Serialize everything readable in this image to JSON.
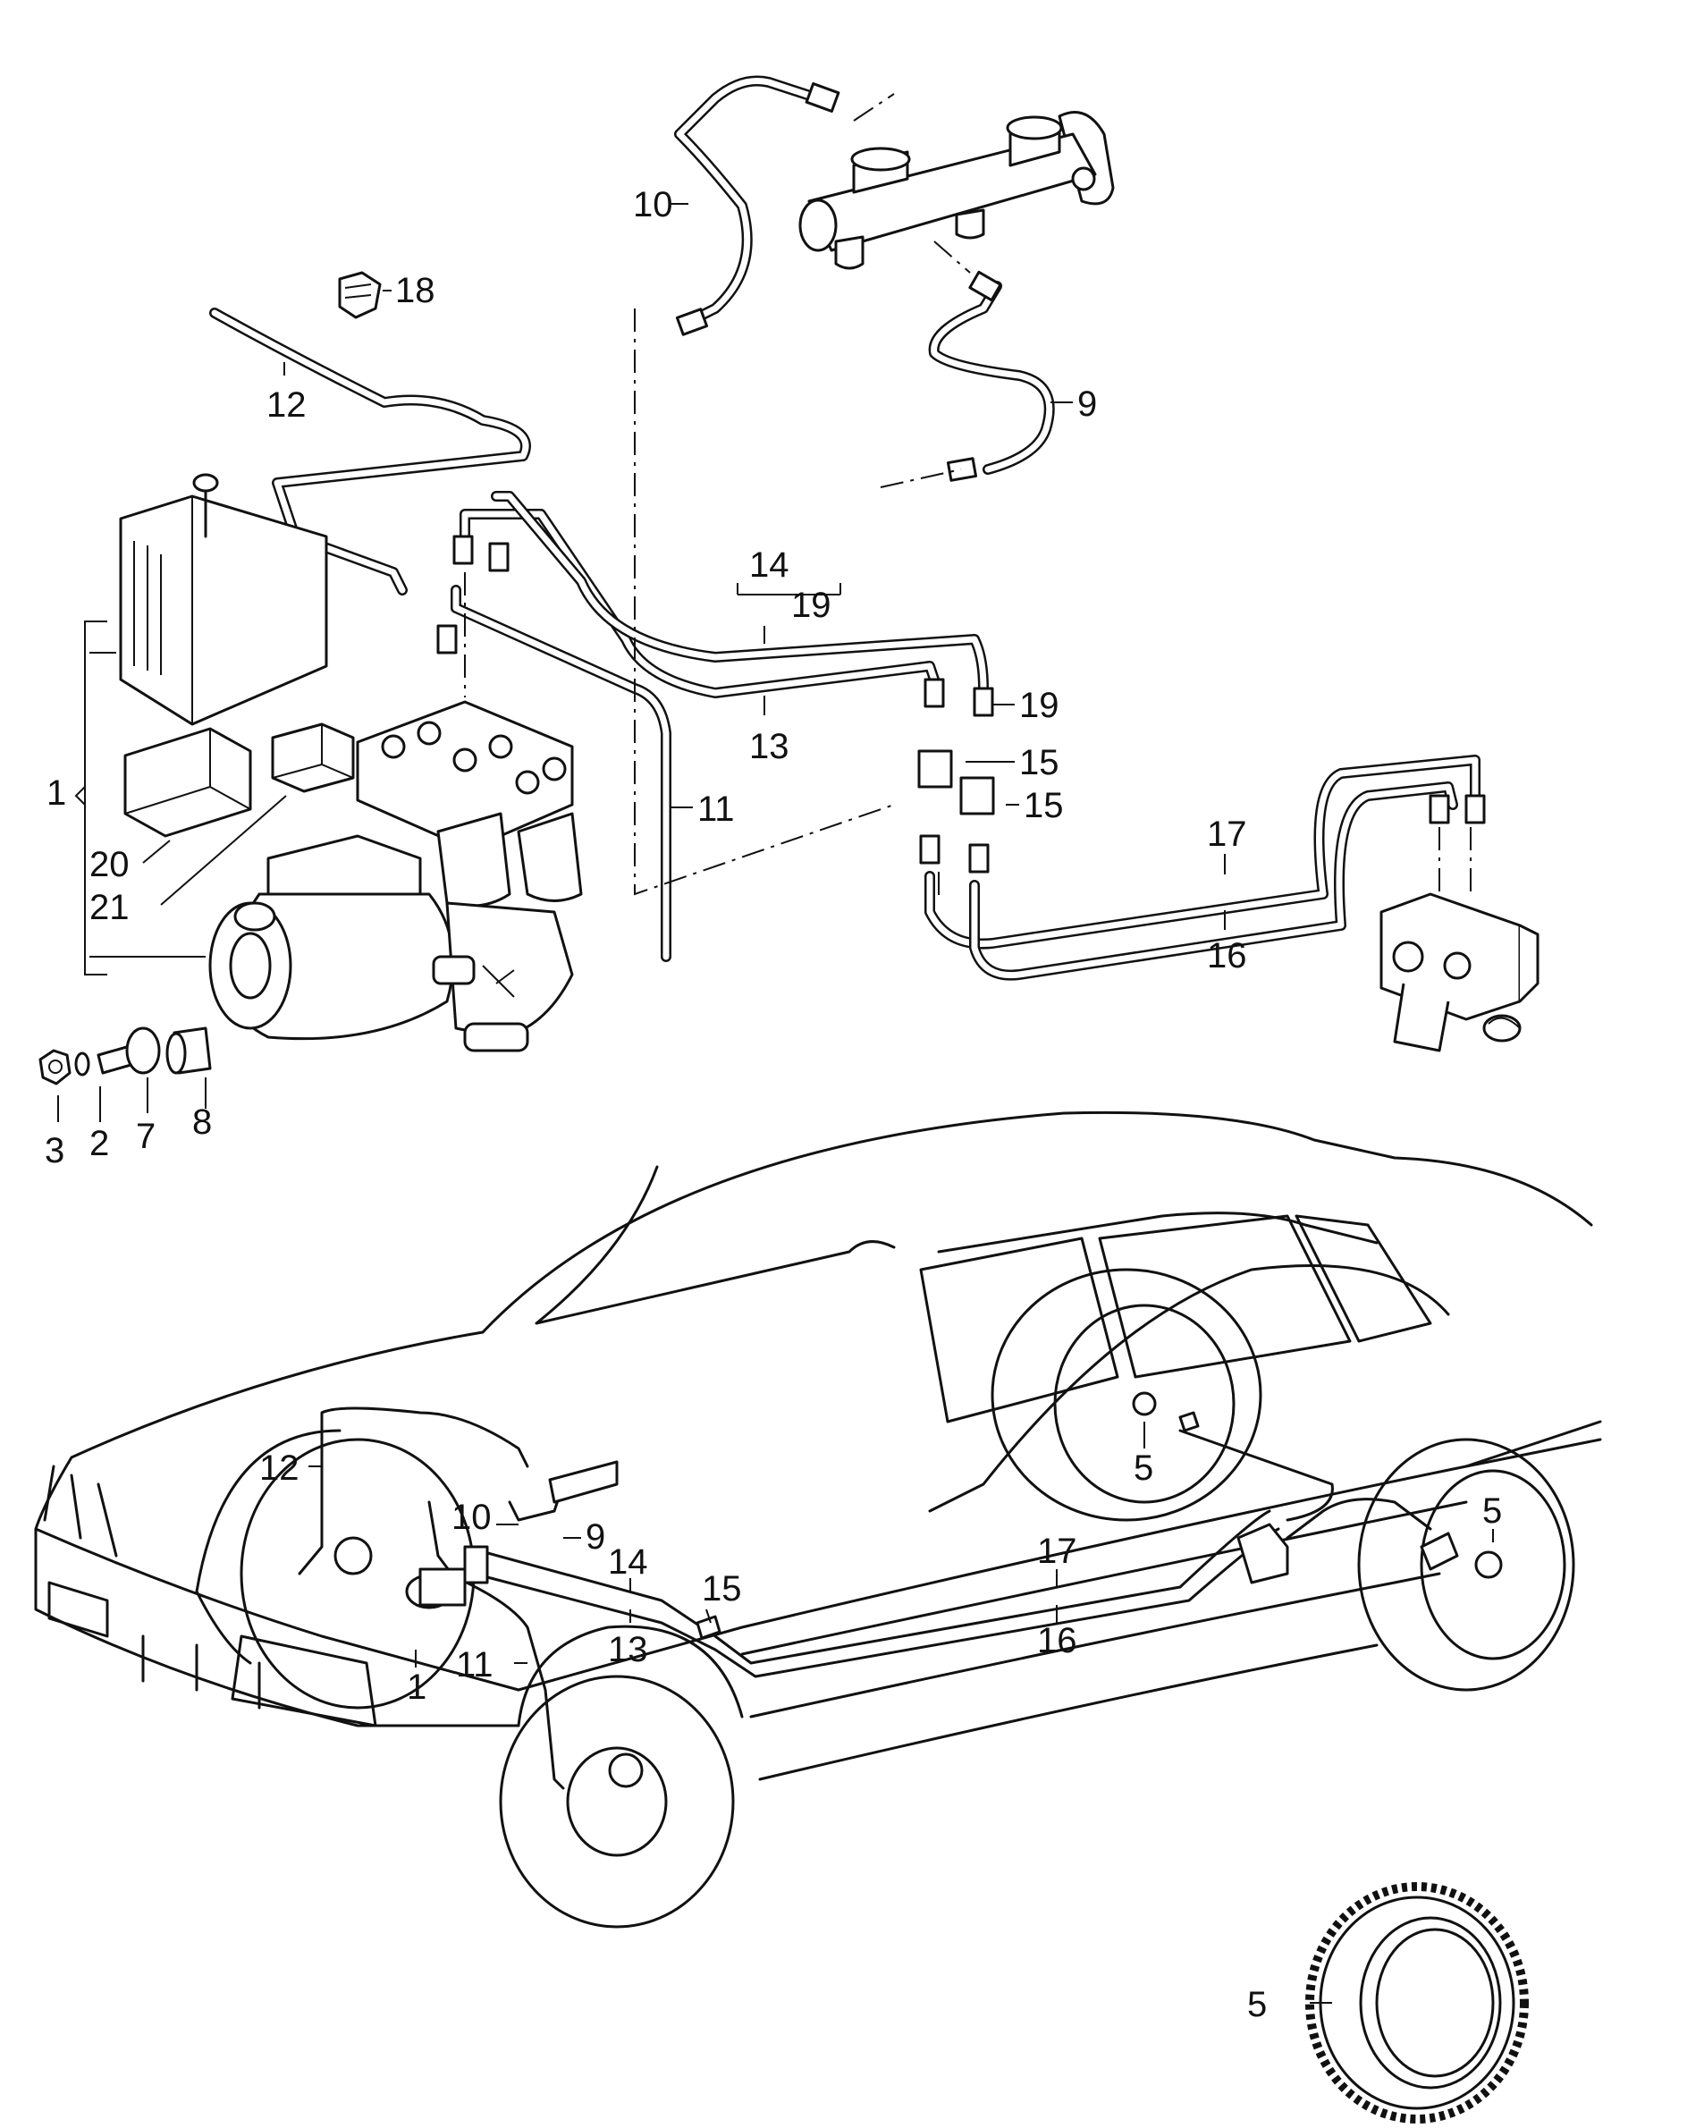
{
  "labels": {
    "l1": "1",
    "l2": "2",
    "l3": "3",
    "l5": "5",
    "l7": "7",
    "l8": "8",
    "l9": "9",
    "l10": "10",
    "l11": "11",
    "l12": "12",
    "l13": "13",
    "l14": "14",
    "l15": "15",
    "l16": "16",
    "l17": "17",
    "l18": "18",
    "l19": "19",
    "l20": "20",
    "l21": "21"
  },
  "parts": [
    {
      "key": "l1",
      "part": "abs-hydraulic-unit"
    },
    {
      "key": "l2",
      "part": "washer"
    },
    {
      "key": "l3",
      "part": "nut"
    },
    {
      "key": "l5",
      "part": "wheel-speed-sensor-ring"
    },
    {
      "key": "l7",
      "part": "mounting-stud"
    },
    {
      "key": "l8",
      "part": "rubber-bushing"
    },
    {
      "key": "l9",
      "part": "brake-line"
    },
    {
      "key": "l10",
      "part": "brake-line"
    },
    {
      "key": "l11",
      "part": "brake-line"
    },
    {
      "key": "l12",
      "part": "brake-line"
    },
    {
      "key": "l13",
      "part": "brake-line"
    },
    {
      "key": "l14",
      "part": "brake-line"
    },
    {
      "key": "l15",
      "part": "union"
    },
    {
      "key": "l16",
      "part": "brake-line"
    },
    {
      "key": "l17",
      "part": "brake-line"
    },
    {
      "key": "l18",
      "part": "line-clip"
    },
    {
      "key": "l19",
      "part": "brake-line"
    },
    {
      "key": "l20",
      "part": "relay"
    },
    {
      "key": "l21",
      "part": "relay"
    }
  ],
  "colors": {
    "ink": "#111111",
    "paper": "#ffffff"
  }
}
